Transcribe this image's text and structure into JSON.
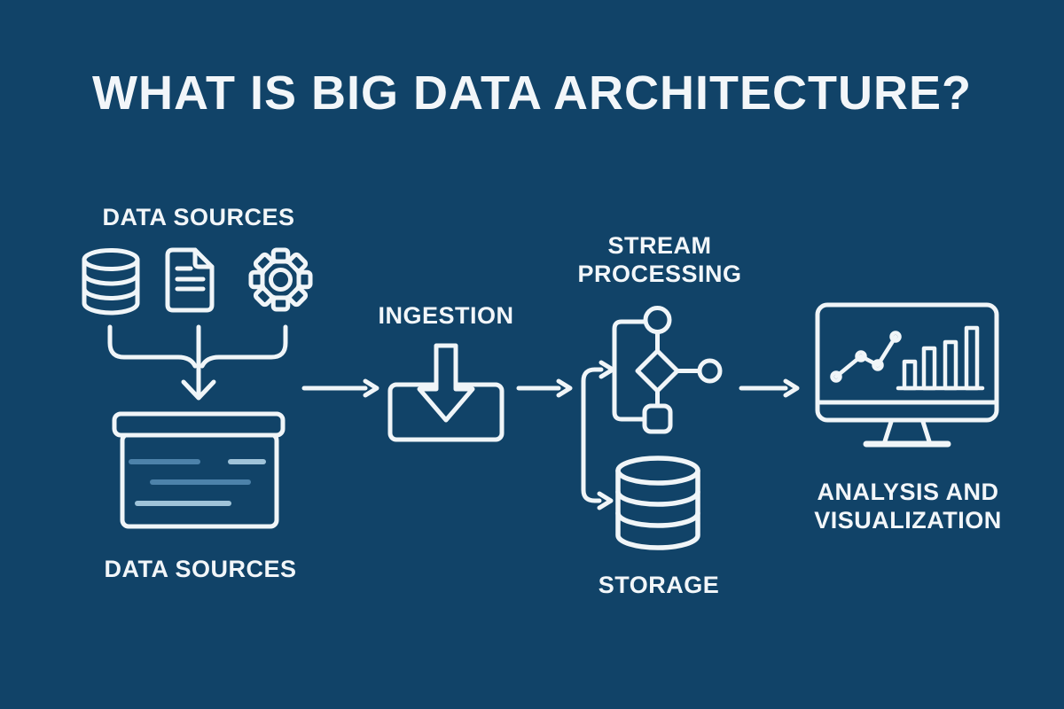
{
  "title": "WHAT IS BIG DATA ARCHITECTURE?",
  "colors": {
    "background": "#114368",
    "line": "#F0F5F8",
    "text": "#F2F6F9",
    "box_line_mid": "#4D82AA",
    "box_line_light": "#9FC3D9"
  },
  "nodes": {
    "data_sources_top": {
      "label": "DATA SOURCES",
      "icons": [
        "database-icon",
        "document-icon",
        "gear-icon"
      ]
    },
    "data_sources_box": {
      "label": "DATA SOURCES",
      "icon": "table-box-icon"
    },
    "ingestion": {
      "label": "INGESTION",
      "icon": "download-tray-icon"
    },
    "stream_processing": {
      "label_line1": "STREAM",
      "label_line2": "PROCESSING",
      "icon": "flowchart-icon"
    },
    "storage": {
      "label": "STORAGE",
      "icon": "database-cylinder-icon"
    },
    "analysis_visualization": {
      "label_line1": "ANALYSIS AND",
      "label_line2": "VISUALIZATION",
      "icon": "monitor-chart-icon"
    }
  },
  "edges": [
    "data-source-icons -> data-sources-box",
    "data-sources-box -> ingestion",
    "ingestion -> stream-processing",
    "ingestion -> storage",
    "stream-processing/storage -> analysis-visualization"
  ]
}
